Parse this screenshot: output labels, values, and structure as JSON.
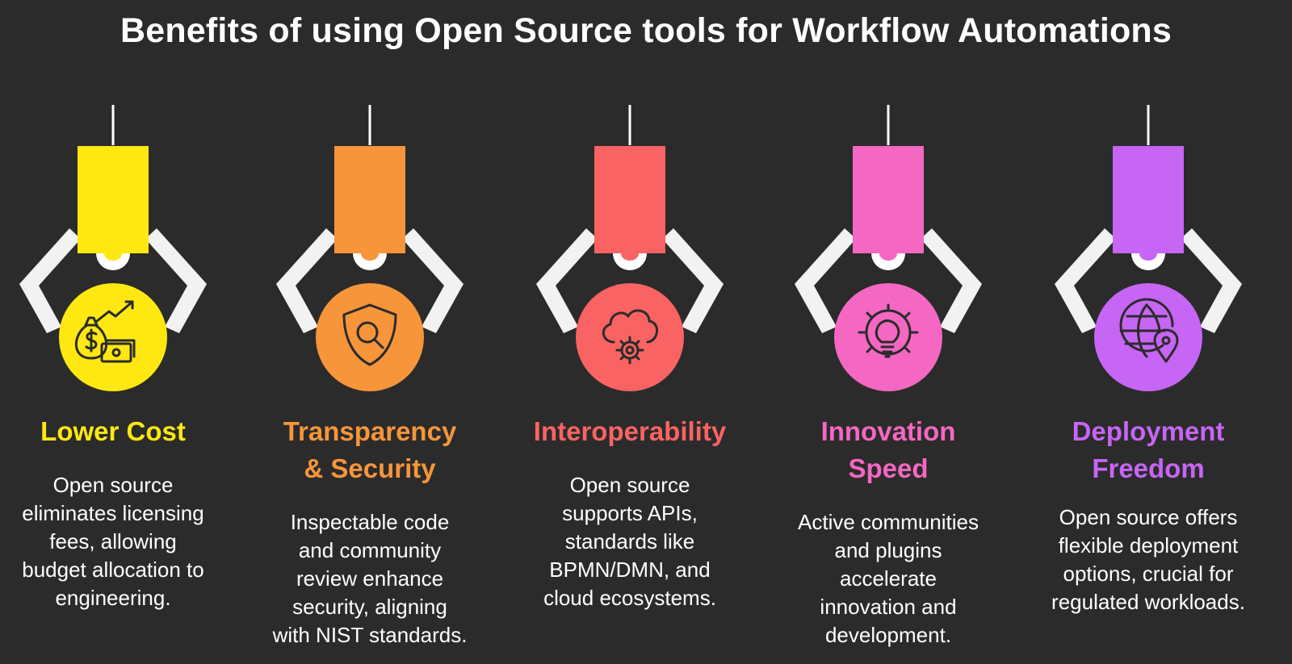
{
  "title": "Benefits of using Open Source tools for Workflow Automations",
  "benefits": [
    {
      "heading": [
        "Lower Cost"
      ],
      "description": [
        "Open source",
        "eliminates licensing",
        "fees, allowing",
        "budget allocation to",
        "engineering."
      ],
      "color": "#ffe811",
      "icon": "money-bag-growth-icon"
    },
    {
      "heading": [
        "Transparency",
        "& Security"
      ],
      "description": [
        "Inspectable code",
        "and community",
        "review enhance",
        "security, aligning",
        "with NIST standards."
      ],
      "color": "#f6953a",
      "icon": "shield-search-icon"
    },
    {
      "heading": [
        "Interoperability"
      ],
      "description": [
        "Open source",
        "supports APIs,",
        "standards like",
        "BPMN/DMN, and",
        "cloud ecosystems."
      ],
      "color": "#f96363",
      "icon": "cloud-gear-icon"
    },
    {
      "heading": [
        "Innovation",
        "Speed"
      ],
      "description": [
        "Active communities",
        "and plugins",
        "accelerate",
        "innovation and",
        "development."
      ],
      "color": "#f467c2",
      "icon": "gear-lightbulb-icon"
    },
    {
      "heading": [
        "Deployment",
        "Freedom"
      ],
      "description": [
        "Open source offers",
        "flexible deployment",
        "options, crucial for",
        "regulated workloads."
      ],
      "color": "#c765f5",
      "icon": "globe-location-icon"
    }
  ]
}
